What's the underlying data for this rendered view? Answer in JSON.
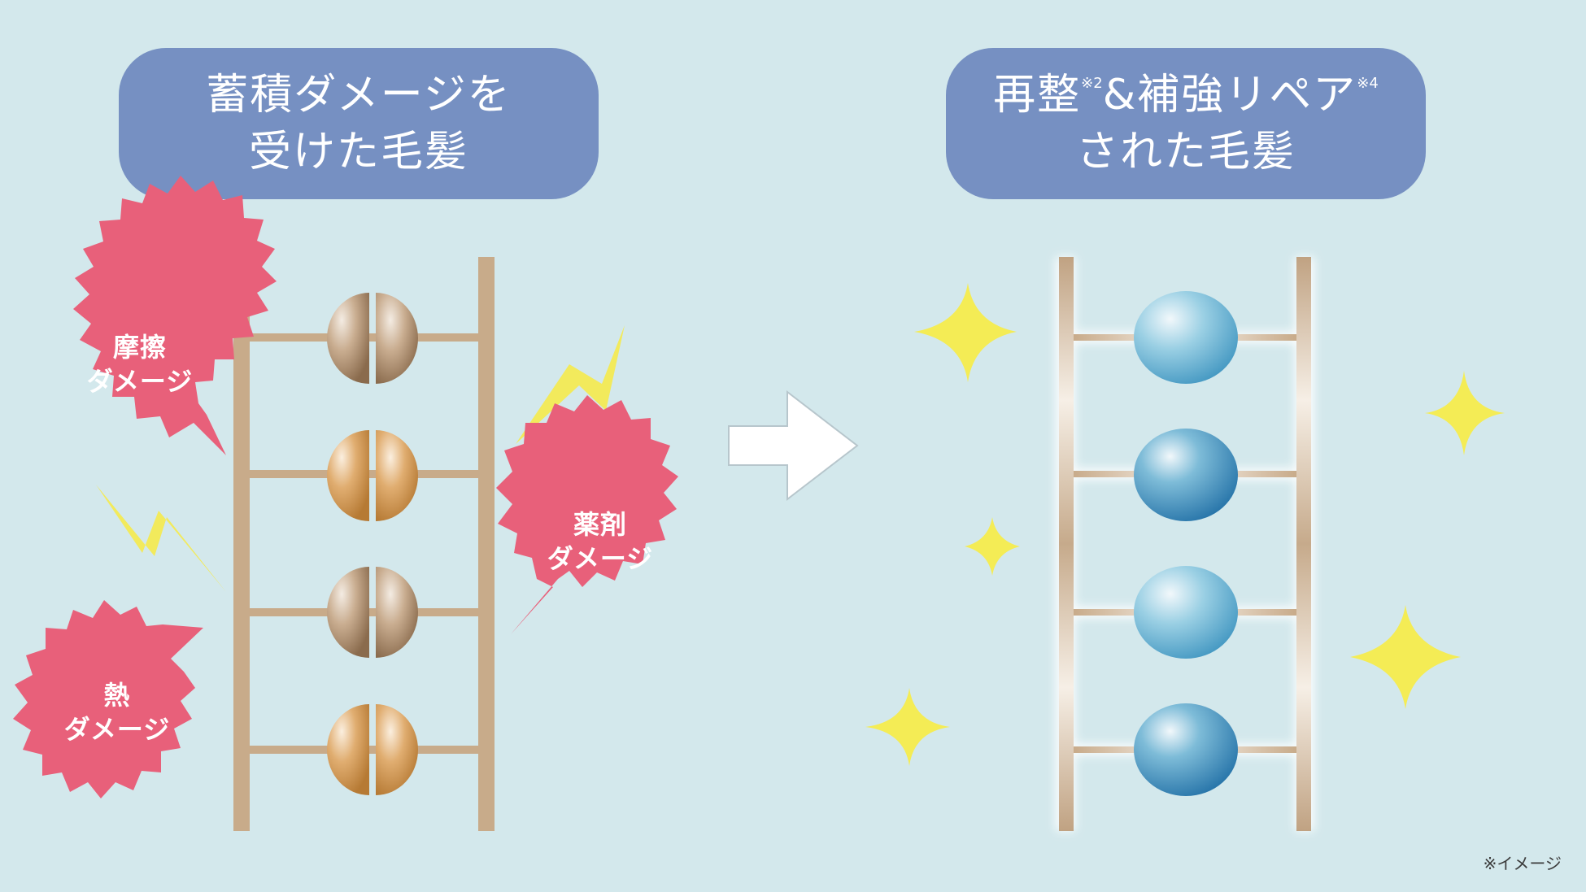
{
  "left_title": {
    "line1": "蓄積ダメージを",
    "line2": "受けた毛髪"
  },
  "right_title": {
    "part1": "再整",
    "sup1": "※2",
    "part2": "&補強リペア",
    "sup2": "※4",
    "line2": "された毛髪"
  },
  "bubbles": {
    "friction": {
      "line1": "摩擦",
      "line2": "ダメージ"
    },
    "chemical": {
      "line1": "薬剤",
      "line2": "ダメージ"
    },
    "heat": {
      "line1": "熱",
      "line2": "ダメージ"
    }
  },
  "note": "※イメージ",
  "colors": {
    "background": "#d3e8ec",
    "title_box": "#7690c2",
    "bubble": "#e8607a",
    "lightning": "#f2ea5c",
    "sparkle": "#f4ec55",
    "ladder": "#c8ab8a",
    "ball_blue": "#2f86b6"
  }
}
